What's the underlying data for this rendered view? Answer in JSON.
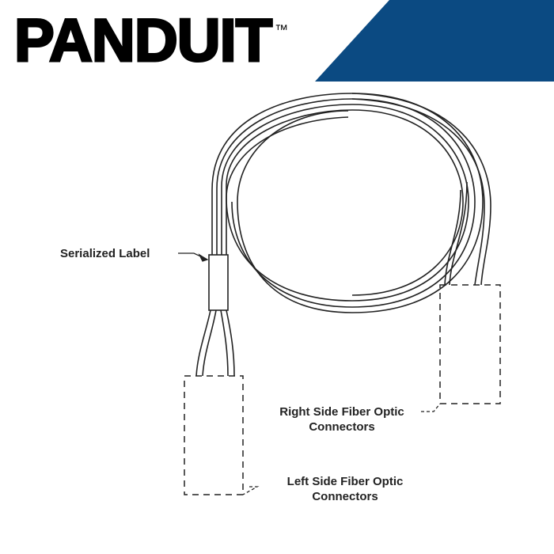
{
  "brand": {
    "name": "PANDUIT",
    "trademark": "™",
    "accent_color": "#0b4a82"
  },
  "labels": {
    "serialized_label": "Serialized Label",
    "right_connectors": [
      "Right Side Fiber Optic",
      "Connectors"
    ],
    "left_connectors": [
      "Left Side Fiber Optic",
      "Connectors"
    ]
  }
}
